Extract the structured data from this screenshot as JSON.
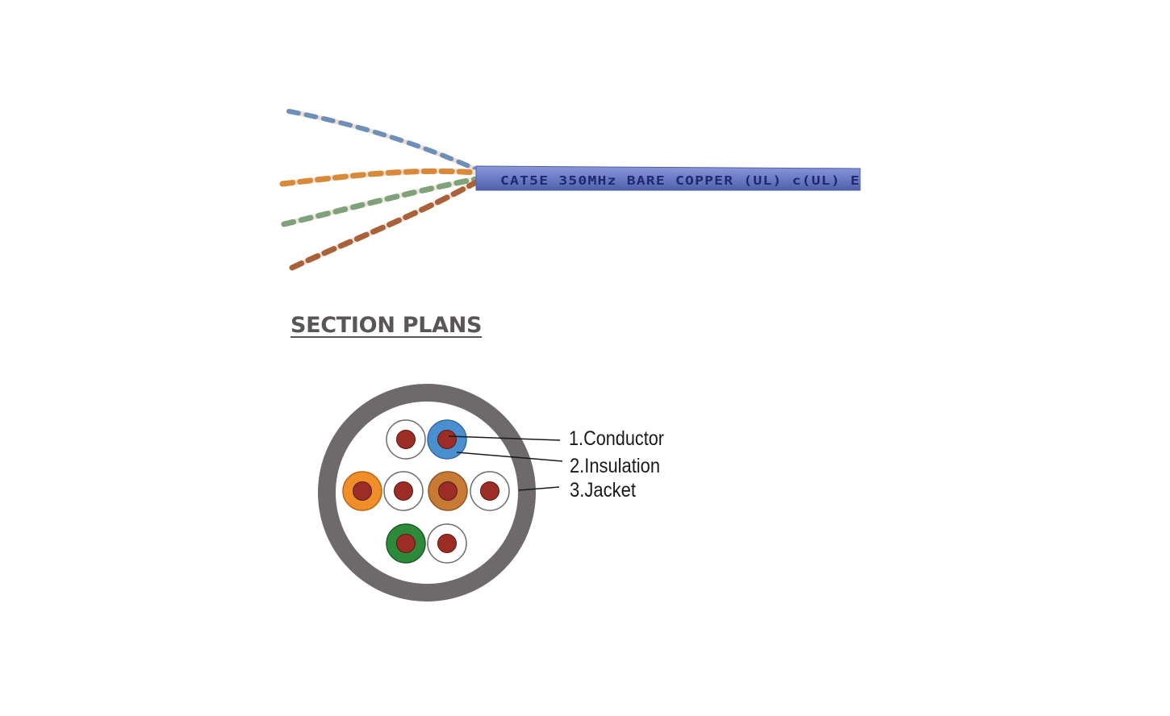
{
  "cable": {
    "jacket_print": "CAT5E 350MHz BARE COPPER (UL) c(UL) E",
    "colors": {
      "jacket": "#6f7fc9",
      "print": "#1e2a6b",
      "pair_blue": "#6d8fb8",
      "pair_orange": "#d88a3a",
      "pair_green": "#7fa27a",
      "pair_brown": "#a8613a",
      "pair_white": "#f1e3d6"
    }
  },
  "section": {
    "title": "SECTION PLANS",
    "labels": {
      "conductor": "1.Conductor",
      "insulation": "2.Insulation",
      "jacket": "3.Jacket"
    },
    "colors": {
      "jacket": "#6e6a6b",
      "fill": "#ffffff",
      "conductor": "#9b2d26",
      "insulation_blue": "#4a8fcf",
      "insulation_orange": "#f08f2a",
      "insulation_brown": "#c77a34",
      "insulation_green": "#2d8a3a",
      "insulation_white": "#ffffff"
    }
  }
}
